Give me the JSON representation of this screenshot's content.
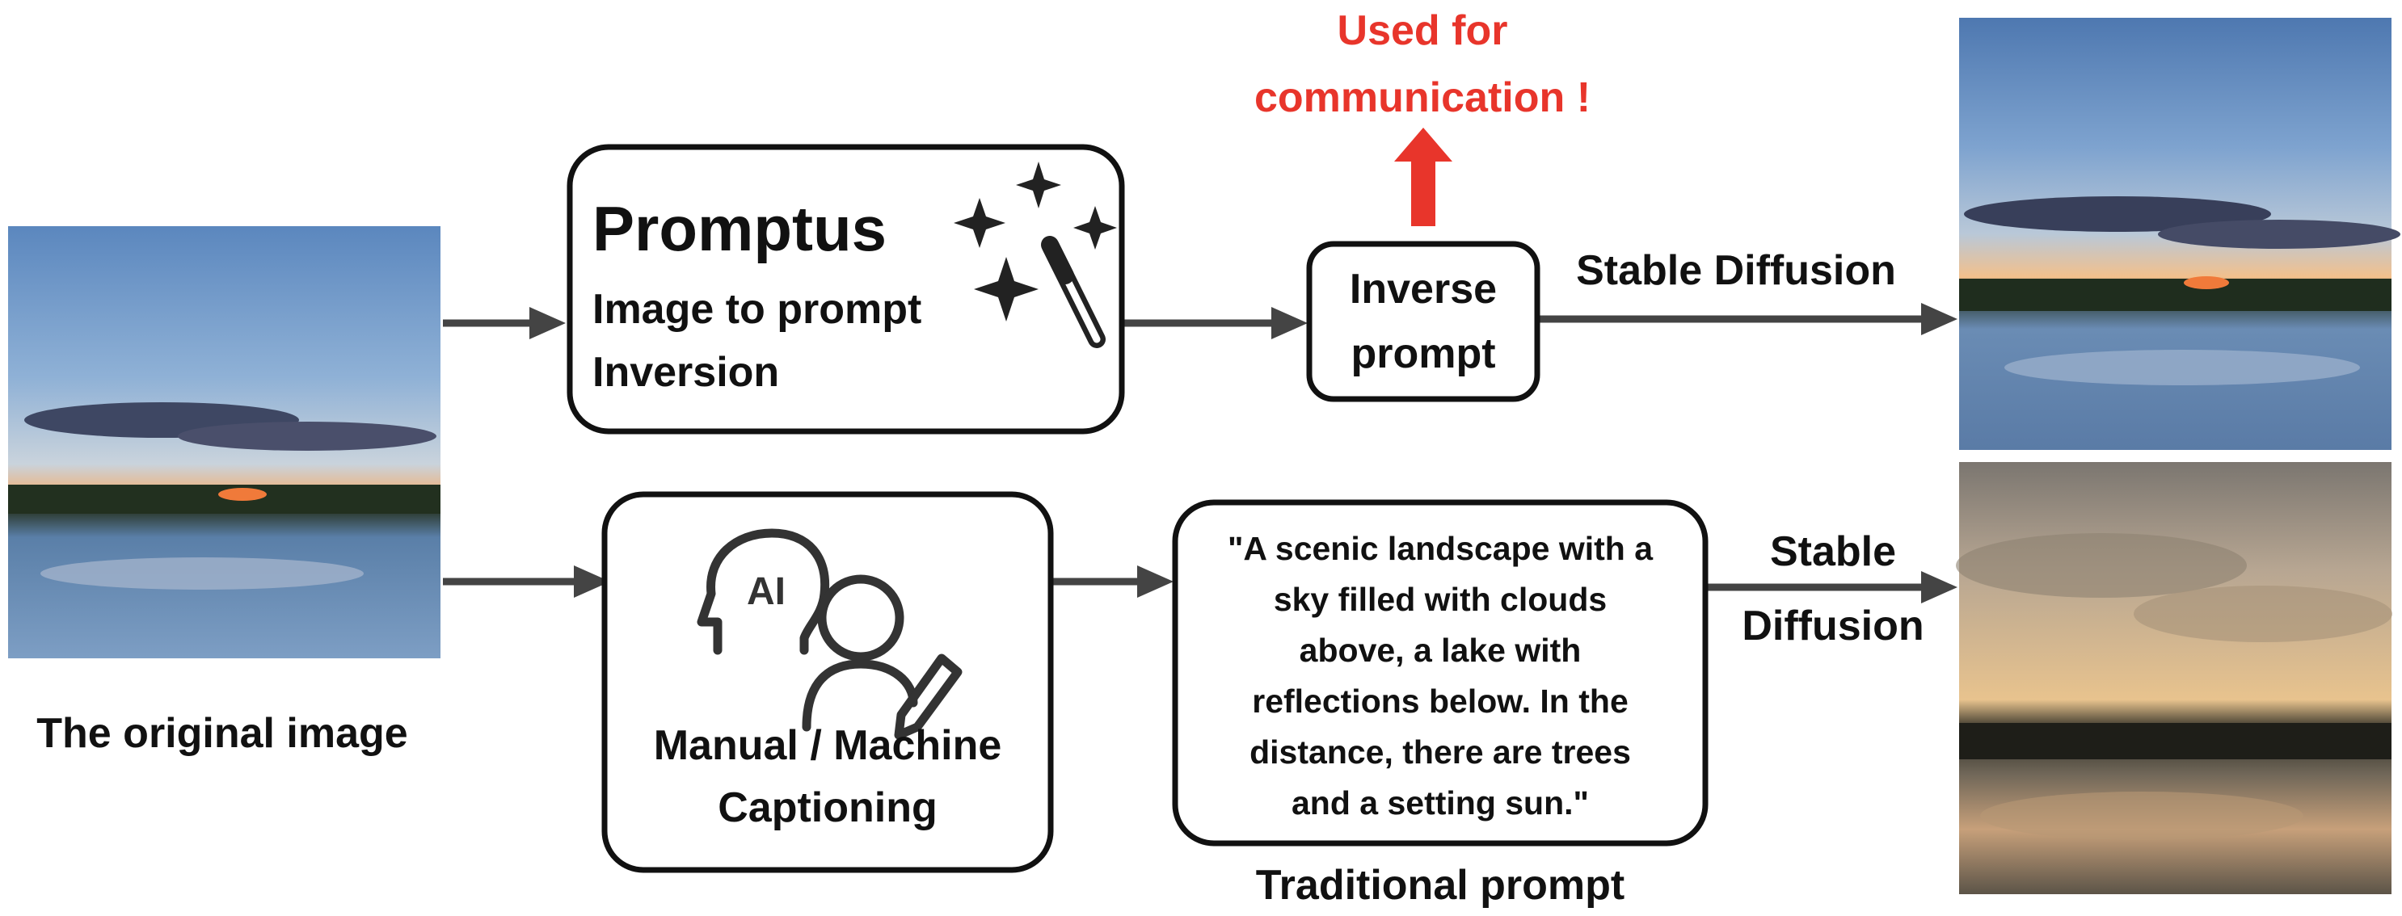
{
  "labels": {
    "original_image": "The original image",
    "used_for_line1": "Used for",
    "used_for_line2": "communication !",
    "stable_diffusion_top": "Stable Diffusion",
    "stable_bottom_line1": "Stable",
    "stable_bottom_line2": "Diffusion",
    "traditional_prompt": "Traditional prompt"
  },
  "promptus_box": {
    "title": "Promptus",
    "line1": "Image to prompt",
    "line2": "Inversion",
    "icon": "magic-wand-sparkles-icon"
  },
  "inverse_box": {
    "line1": "Inverse",
    "line2": "prompt"
  },
  "caption_box": {
    "icon_ai_text": "AI",
    "line1": "Manual / Machine",
    "line2": "Captioning",
    "icon": "ai-head-person-pen-icon"
  },
  "quote_box": {
    "lines": [
      "\"A scenic landscape with a",
      "sky filled with clouds",
      "above, a lake with",
      "reflections below. In the",
      "distance, there are trees",
      "and a setting sun.\""
    ]
  },
  "colors": {
    "accent_red": "#e8352b",
    "arrow_gray": "#444444"
  }
}
